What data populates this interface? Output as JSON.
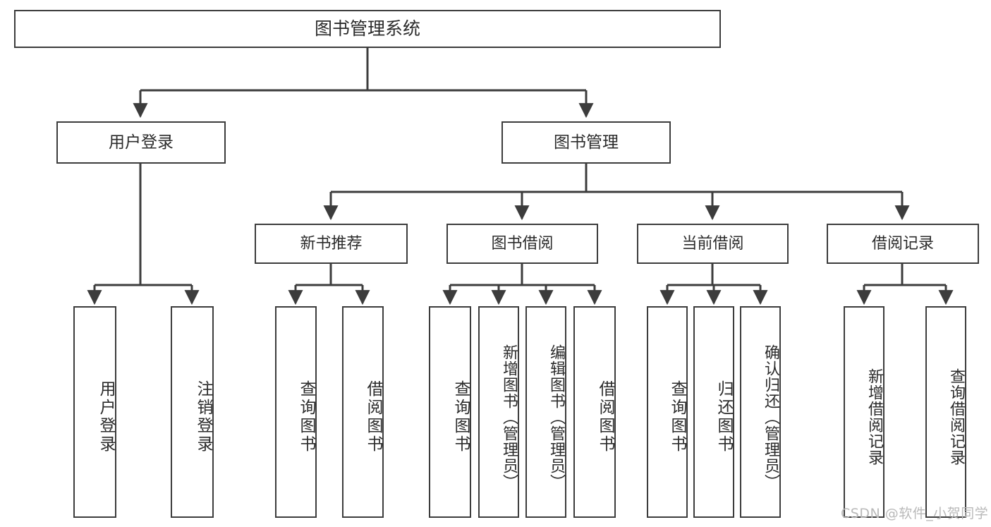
{
  "diagram": {
    "title": "图书管理系统",
    "watermark": "CSDN @软件_小贺同学",
    "colors": {
      "box_border": "#3c3c3c",
      "box_fill": "#ffffff",
      "edge": "#3c3c3c",
      "text": "#2b2b2b",
      "watermark": "#b9b9b9",
      "background": "#ffffff"
    },
    "root": {
      "label": "图书管理系统"
    },
    "level2": [
      {
        "label": "用户登录"
      },
      {
        "label": "图书管理"
      }
    ],
    "level3": [
      {
        "label": "新书推荐"
      },
      {
        "label": "图书借阅"
      },
      {
        "label": "当前借阅"
      },
      {
        "label": "借阅记录"
      }
    ],
    "leaves": {
      "user_login": [
        {
          "label": "用户登录"
        },
        {
          "label": "注销登录"
        }
      ],
      "new_book_recommend": [
        {
          "label": "查询图书"
        },
        {
          "label": "借阅图书"
        }
      ],
      "book_borrow": [
        {
          "label": "查询图书"
        },
        {
          "label": "新增图书（管理员）"
        },
        {
          "label": "编辑图书（管理员）"
        },
        {
          "label": "借阅图书"
        }
      ],
      "current_borrow": [
        {
          "label": "查询图书"
        },
        {
          "label": "归还图书"
        },
        {
          "label": "确认归还（管理员）"
        }
      ],
      "borrow_record": [
        {
          "label": "新增借阅记录"
        },
        {
          "label": "查询借阅记录"
        }
      ]
    }
  }
}
